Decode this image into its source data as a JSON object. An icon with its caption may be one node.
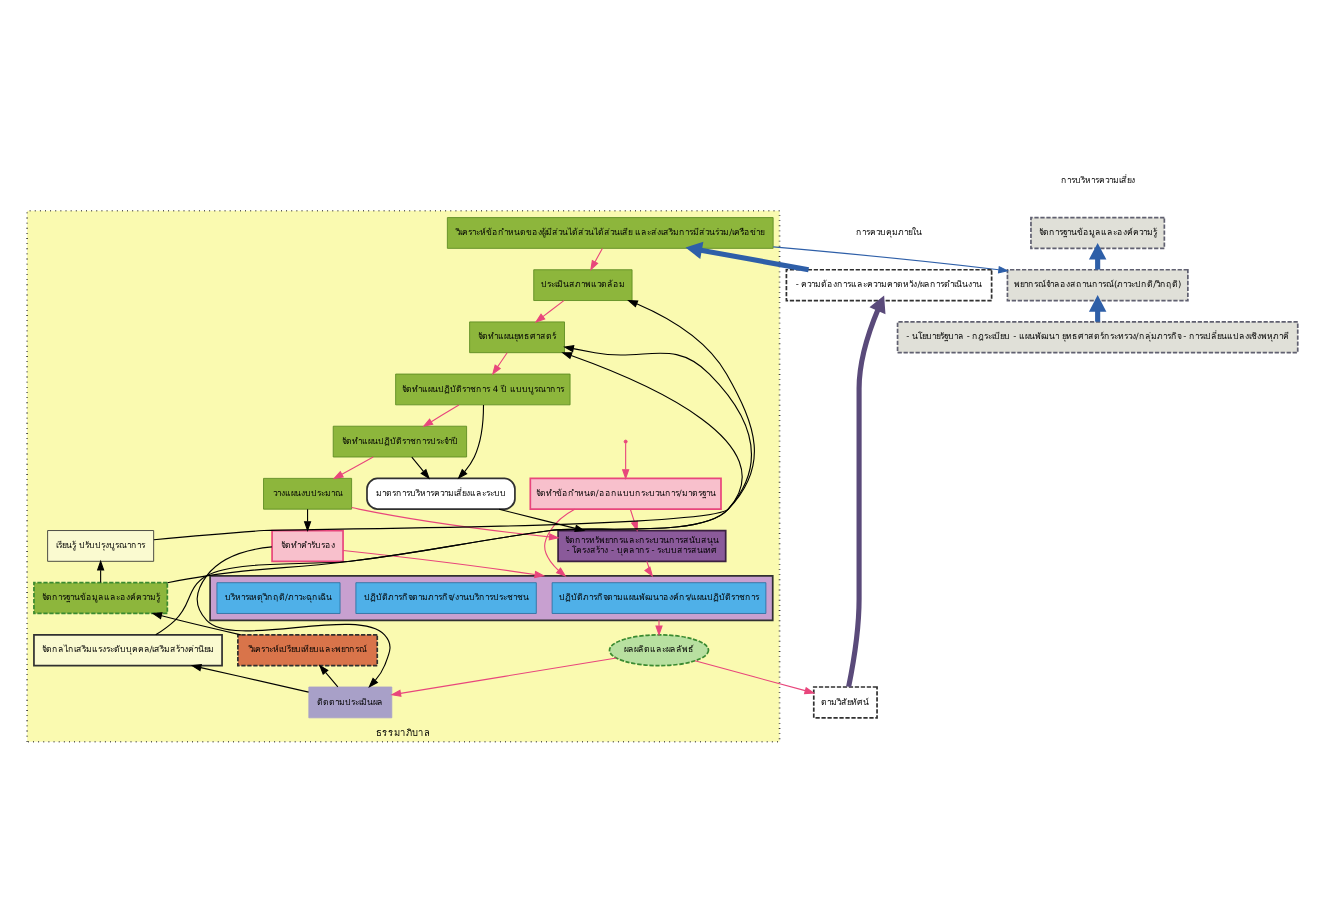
{
  "diagram": {
    "nodes": [
      {
        "text": [
          "ธรรมาภิบาล"
        ]
      },
      {
        "text": [
          "วิเคราะห์ข้อกำหนดของผู้มีส่วนได้ส่วนได้ส่วนเสีย และส่งเสริมการมีส่วนร่วม/เครือข่าย"
        ],
        "in": 0
      },
      {
        "text": [
          "ประเมินสภาพแวดล้อม"
        ],
        "in": 0
      },
      {
        "text": [
          "จัดทำแผนยุทธศาสตร์"
        ],
        "in": 0
      },
      {
        "text": [
          "จัดทำแผนปฏิบัติราชการ 4 ปี แบบบูรณาการ"
        ],
        "in": 0
      },
      {
        "text": [
          "จัดทำแผนปฏิบัติราชการประจำปี"
        ],
        "in": 0
      },
      {
        "text": [
          "วางแผนงบประมาณ"
        ],
        "in": 0
      },
      {
        "text": [
          "จัดทำข้อกำหนด/ออกแบบกระบวนการ/มาตรฐาน"
        ],
        "in": 0
      },
      {
        "text": [
          "จัดการทรัพยากรและกระบวนการสนับสนุน",
          "- โครงสร้าง - บุคลากร - ระบบสารสนเทศ"
        ],
        "in": 0
      },
      {
        "text": [
          "จัดทำคำรับรอง"
        ],
        "in": 0
      },
      {
        "text": [],
        "shape": "box",
        "in": 0
      },
      {
        "text": [
          "ปฏิบัติภารกิจตามแผนพัฒนาองค์กร/แผนปฏิบัติราชการ"
        ],
        "in": 10
      },
      {
        "text": [
          "ปฏิบัติภารกิจตามภารกิจ/งานบริการประชาชน"
        ],
        "in": 10
      },
      {
        "text": [
          "บริหารเหตุวิกฤติ/ภาวะฉุกเฉิน"
        ],
        "in": 10
      },
      {
        "text": [
          "ผลผลิตและผลลัพธ์"
        ],
        "in": 0
      },
      {
        "text": [
          "ติดตามประเมินผล"
        ],
        "in": 0
      },
      {
        "text": [
          "จัดกลไกเสริมแรงระดับบุคคล/เสริมสร้างค่านิยม"
        ],
        "in": 0
      },
      {
        "text": [
          "วิเคราะห์เปรียบเทียบและพยากรณ์"
        ],
        "in": 0
      },
      {
        "text": [
          "จัดการฐานข้อมูลและองค์ความรู้"
        ],
        "in": 0
      },
      {
        "text": [
          "เรียนรู้ ปรับปรุงบูรณาการ"
        ],
        "in": 0
      },
      {
        "text": [
          "มาตรการบริหารความเสี่ยงและระบบ"
        ],
        "in": 0
      },
      {
        "text": [
          "จัดการฐานข้อมูลและองค์ความรู้"
        ]
      },
      {
        "text": [
          "พยากรณ์จำลองสถานการณ์(ภาวะปกติ/วิกฤติ)"
        ]
      },
      {
        "text": [
          "- นโยบายรัฐบาล - กฎระเบียบ - แผนพัฒนา ยุทธศาสตร์กระทรวง/กลุ่มภารกิจ - การเปลี่ยนแปลงเชิงพหุภาคี"
        ]
      },
      {
        "text": [
          "- ความต้องการและความคาดหวัง/ผลการดำเนินงาน"
        ]
      },
      {
        "text": [
          "ตามวิสัยทัศน์"
        ]
      }
    ],
    "edges": [
      {
        "from": 1,
        "to": 2,
        "arrow": "to"
      },
      {
        "from": 2,
        "to": 3,
        "arrow": "to"
      },
      {
        "from": 3,
        "to": 4,
        "arrow": "to"
      },
      {
        "from": 4,
        "to": 5,
        "arrow": "to"
      },
      {
        "from": 5,
        "to": 6,
        "arrow": "to"
      },
      {
        "from": 6,
        "to": 8,
        "arrow": "to"
      },
      {
        "from": null,
        "to": 7,
        "arrow": "to"
      },
      {
        "from": 7,
        "to": 8,
        "arrow": "to"
      },
      {
        "from": 7,
        "to": 10,
        "arrow": "to"
      },
      {
        "from": 8,
        "to": 10,
        "arrow": "to"
      },
      {
        "from": 6,
        "to": 9,
        "arrow": "to",
        "color": "#000000"
      },
      {
        "from": 9,
        "to": 10,
        "arrow": "to"
      },
      {
        "from": 9,
        "to": 15,
        "arrow": "to",
        "color": "#000000"
      },
      {
        "from": 10,
        "to": 14,
        "arrow": "to"
      },
      {
        "from": 14,
        "to": 15,
        "arrow": "to"
      },
      {
        "from": 14,
        "to": 25,
        "arrow": "to"
      },
      {
        "from": 15,
        "to": 16,
        "arrow": "to",
        "color": "#000000"
      },
      {
        "from": 15,
        "to": 17,
        "arrow": "to",
        "color": "#000000"
      },
      {
        "from": 17,
        "to": 18,
        "arrow": "to",
        "color": "#000000"
      },
      {
        "from": 18,
        "to": 19,
        "arrow": "to",
        "color": "#000000"
      },
      {
        "from": 19,
        "to": 2,
        "arrow": "to",
        "color": "#000000"
      },
      {
        "from": 18,
        "to": 3,
        "arrow": "to",
        "color": "#000000"
      },
      {
        "from": 16,
        "to": 3,
        "arrow": "to",
        "color": "#000000"
      },
      {
        "from": 4,
        "to": 20,
        "arrow": "to",
        "color": "#000000"
      },
      {
        "from": 5,
        "to": 20,
        "arrow": "to",
        "color": "#000000"
      },
      {
        "from": 20,
        "to": 8,
        "arrow": "to",
        "color": "#000000"
      },
      {
        "from": 24,
        "to": 1,
        "arrow": "to",
        "style": "thick",
        "color": "#2e5fa8"
      },
      {
        "from": 1,
        "to": 22,
        "arrow": "to",
        "color": "#2e5fa8"
      },
      {
        "from": 22,
        "to": 21,
        "arrow": "to",
        "style": "thick",
        "color": "#2e5fa8"
      },
      {
        "from": 23,
        "to": 22,
        "arrow": "to",
        "style": "thick",
        "color": "#2e5fa8"
      },
      {
        "from": 25,
        "to": 24,
        "arrow": "to",
        "style": "thick",
        "color": "#5a4a7a"
      }
    ],
    "labels": [
      "การบริหารความเสี่ยง",
      "การควบคุมภายใน"
    ]
  }
}
